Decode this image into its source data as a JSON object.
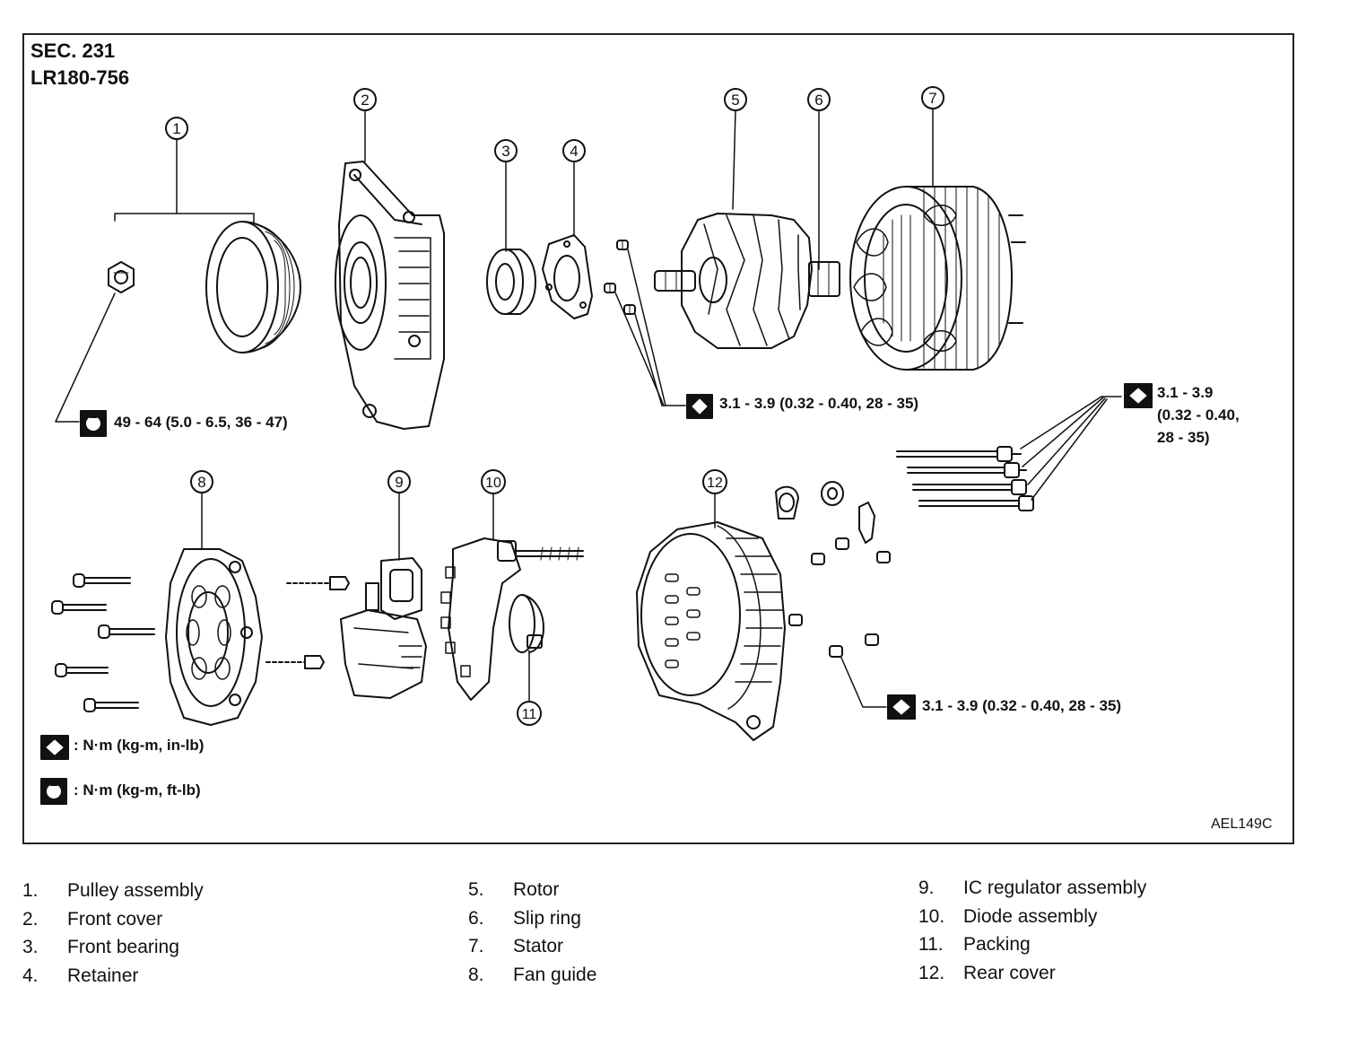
{
  "header": {
    "section": "SEC. 231",
    "model": "LR180-756"
  },
  "figure_code": "AEL149C",
  "callouts": [
    "1",
    "2",
    "3",
    "4",
    "5",
    "6",
    "7",
    "8",
    "9",
    "10",
    "11",
    "12"
  ],
  "torque_specs": {
    "pulley_nut": "49 - 64 (5.0 - 6.5, 36 - 47)",
    "front_screws": "3.1 - 3.9 (0.32 - 0.40, 28 - 35)",
    "through_bolts_line1": "3.1 - 3.9",
    "through_bolts_line2": "(0.32 - 0.40,",
    "through_bolts_line3": "28 - 35)",
    "rear_nuts": "3.1 - 3.9 (0.32 - 0.40, 28 - 35)"
  },
  "units_key": {
    "small_torque": ": N·m (kg-m, in-lb)",
    "large_torque": ": N·m (kg-m, ft-lb)"
  },
  "legend": {
    "col1": [
      {
        "num": "1.",
        "name": "Pulley assembly"
      },
      {
        "num": "2.",
        "name": "Front cover"
      },
      {
        "num": "3.",
        "name": "Front bearing"
      },
      {
        "num": "4.",
        "name": "Retainer"
      }
    ],
    "col2": [
      {
        "num": "5.",
        "name": "Rotor"
      },
      {
        "num": "6.",
        "name": "Slip ring"
      },
      {
        "num": "7.",
        "name": "Stator"
      },
      {
        "num": "8.",
        "name": "Fan guide"
      }
    ],
    "col3": [
      {
        "num": "9.",
        "name": "IC regulator assembly"
      },
      {
        "num": "10.",
        "name": "Diode assembly"
      },
      {
        "num": "11.",
        "name": "Packing"
      },
      {
        "num": "12.",
        "name": "Rear cover"
      }
    ]
  }
}
